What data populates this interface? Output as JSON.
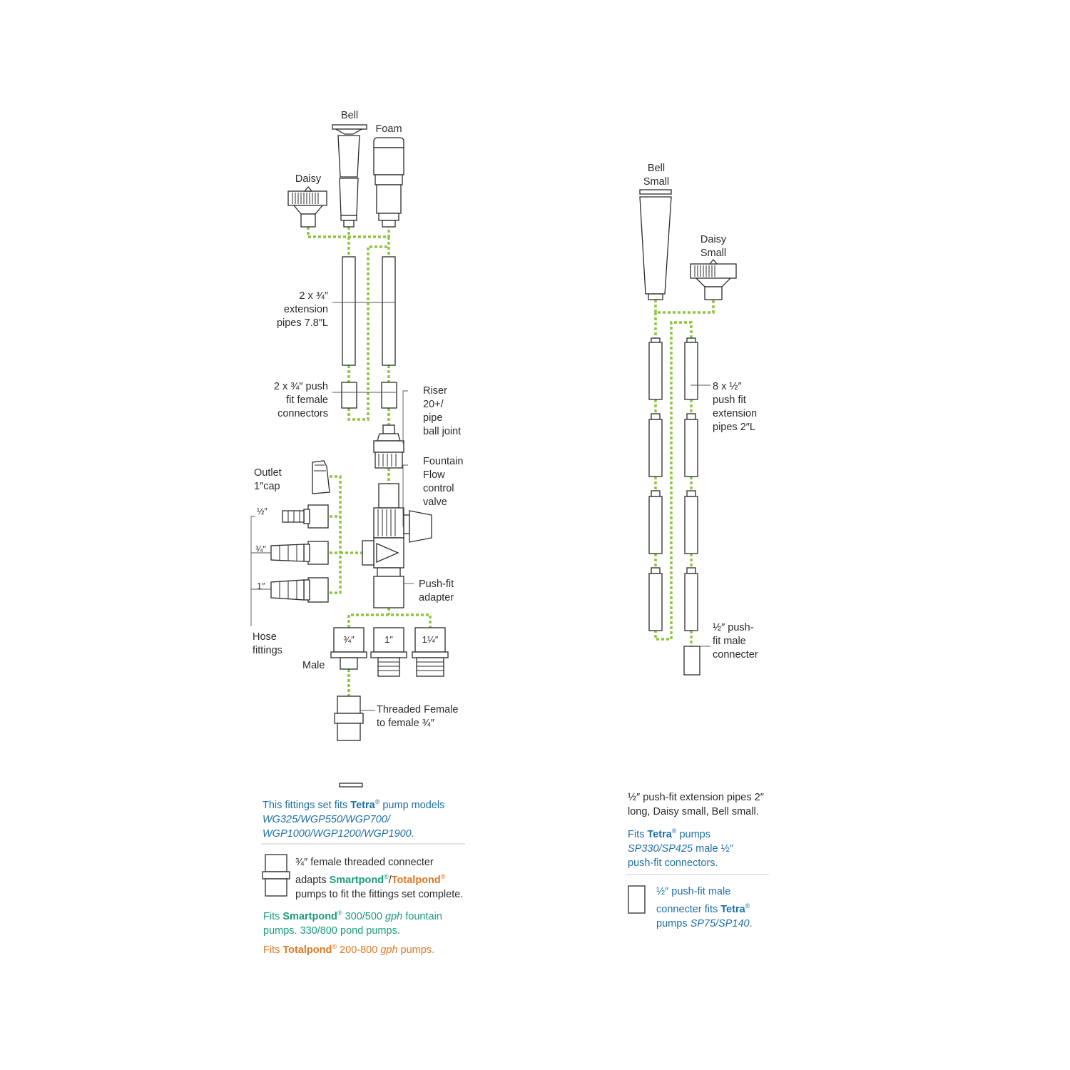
{
  "left_labels": {
    "bell": "Bell",
    "foam": "Foam",
    "daisy": "Daisy",
    "extension_pipes": [
      "2 x ¾″",
      "extension",
      "pipes 7.8″L"
    ],
    "push_fit_connectors": [
      "2 x ¾″ push",
      "fit female",
      "connectors"
    ],
    "riser": [
      "Riser",
      "20+/",
      "pipe",
      "ball joint"
    ],
    "valve": [
      "Fountain",
      "Flow",
      "control",
      "valve"
    ],
    "outlet_cap": [
      "Outlet",
      "1″cap"
    ],
    "hose_half": "½″",
    "hose_three_quarter": "¾″",
    "hose_one": "1″",
    "hose_fittings": [
      "Hose",
      "fittings"
    ],
    "push_fit_adapter": [
      "Push-fit",
      "adapter"
    ],
    "male_three_quarter": "¾″",
    "male_one": "1″",
    "male_one_quarter": "1¼″",
    "male": "Male",
    "threaded_female": [
      "Threaded Female",
      "to female ¾″"
    ]
  },
  "right_labels": {
    "bell_small": [
      "Bell",
      "Small"
    ],
    "daisy_small": [
      "Daisy",
      "Small"
    ],
    "extension_pipes": [
      "8 x ½″",
      "push fit",
      "extension",
      "pipes 2″L"
    ],
    "male_connecter": [
      "½″ push-",
      "fit male",
      "connecter"
    ]
  },
  "notes_left": {
    "tetra_fit": {
      "prefix": "This fittings set fits ",
      "brand": "Tetra",
      "reg": "®",
      "suffix": " pump models",
      "models_1": "WG325/WGP550/WGP700/",
      "models_2": "WGP1000/WGP1200/WGP1900."
    },
    "connecter": {
      "line1": "¾″ female threaded connecter",
      "line2_prefix": "adapts ",
      "smartpond": "Smartpond",
      "reg": "®",
      "slash": "/",
      "totalpond": "Totalpond",
      "line3": "pumps to fit the fittings set complete."
    },
    "smartpond_fit": {
      "prefix": "Fits ",
      "brand": "Smartpond",
      "reg": "®",
      "models": " 300/500 ",
      "unit": "gph",
      "suffix": " fountain",
      "line2": "pumps. 330/800 pond pumps."
    },
    "totalpond_fit": {
      "prefix": "Fits ",
      "brand": "Totalpond",
      "reg": "®",
      "range": " 200-800 ",
      "unit": "gph",
      "suffix": " pumps."
    }
  },
  "notes_right": {
    "desc_1": "½″ push-fit extension pipes 2″",
    "desc_2": "long, Daisy small, Bell small.",
    "tetra_fit": {
      "prefix": "Fits ",
      "brand": "Tetra",
      "reg": "®",
      "suffix": " pumps",
      "models": "SP330/SP425",
      "models_suffix": " male ½″",
      "line3": "push-fit connectors."
    },
    "male_connecter": {
      "line1": "½″ push-fit male",
      "line2_prefix": "connecter fits ",
      "brand": "Tetra",
      "reg": "®",
      "line3_prefix": "pumps ",
      "models": "SP75/SP140",
      "line3_suffix": "."
    }
  },
  "colors": {
    "connector_line": "#8cc63f",
    "outline": "#2b2b2b",
    "tetra_blue": "#1f6fa6",
    "smartpond_green": "#1a9b7e",
    "totalpond_orange": "#e07722"
  }
}
